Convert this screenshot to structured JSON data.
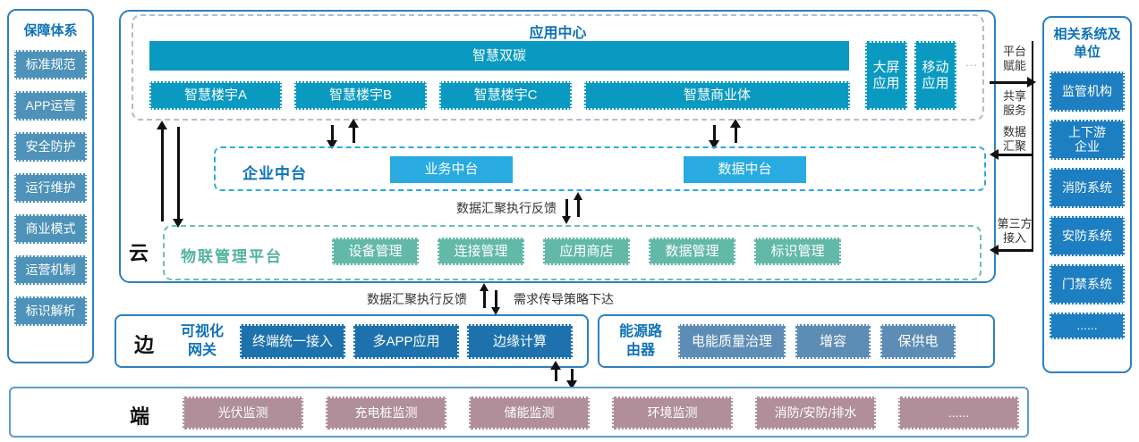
{
  "colors": {
    "panel_border": "#2e80c0",
    "title_blue": "#0e72b8",
    "cyan_box": "#0a9ac1",
    "bright_blue_box": "#29abe2",
    "green_box": "#63b9a8",
    "green_text": "#53b2a0",
    "dark_blue_box": "#1d72ad",
    "slate_blue_box": "#5d8db4",
    "mauve_box": "#b08f9b",
    "left_item_box": "#4e92ba",
    "right_item_box": "#1d7ec2"
  },
  "left_sidebar": {
    "title": "保障体系",
    "items": [
      "标准规范",
      "APP运营",
      "安全防护",
      "运行维护",
      "商业模式",
      "运营机制",
      "标识解析"
    ]
  },
  "app_center": {
    "title": "应用中心",
    "banner": "智慧双碳",
    "apps": [
      "智慧楼宇A",
      "智慧楼宇B",
      "智慧楼宇C",
      "智慧商业体"
    ],
    "side_apps": [
      "大屏\n应用",
      "移动\n应用"
    ],
    "more": "..."
  },
  "enterprise": {
    "label": "企业中台",
    "platforms": [
      "业务中台",
      "数据中台"
    ]
  },
  "cloud": {
    "layer": "云",
    "platform": "物联管理平台",
    "modules": [
      "设备管理",
      "连接管理",
      "应用商店",
      "数据管理",
      "标识管理"
    ]
  },
  "flows": {
    "cloud_feedback": "数据汇聚执行反馈",
    "edge_feedback": "数据汇聚执行反馈",
    "edge_demand": "需求传导策略下达"
  },
  "edge": {
    "layer": "边",
    "gateway": {
      "label": "可视化\n网关",
      "modules": [
        "终端统一接入",
        "多APP应用",
        "边缘计算"
      ]
    },
    "router": {
      "label": "能源路\n由器",
      "modules": [
        "电能质量治理",
        "增容",
        "保供电"
      ]
    }
  },
  "terminal": {
    "layer": "端",
    "devices": [
      "光伏监测",
      "充电桩监测",
      "储能监测",
      "环境监测",
      "消防/安防/排水",
      "......"
    ]
  },
  "right_sidebar": {
    "title": "相关系统及\n单位",
    "items": [
      "监管机构",
      "上下游\n企业",
      "消防系统",
      "安防系统",
      "门禁系统",
      "......"
    ]
  },
  "connectors": {
    "platform_enable": "平台\n赋能",
    "shared_service": "共享\n服务",
    "data_aggregation": "数据\n汇聚",
    "third_party": "第三方\n接入"
  }
}
